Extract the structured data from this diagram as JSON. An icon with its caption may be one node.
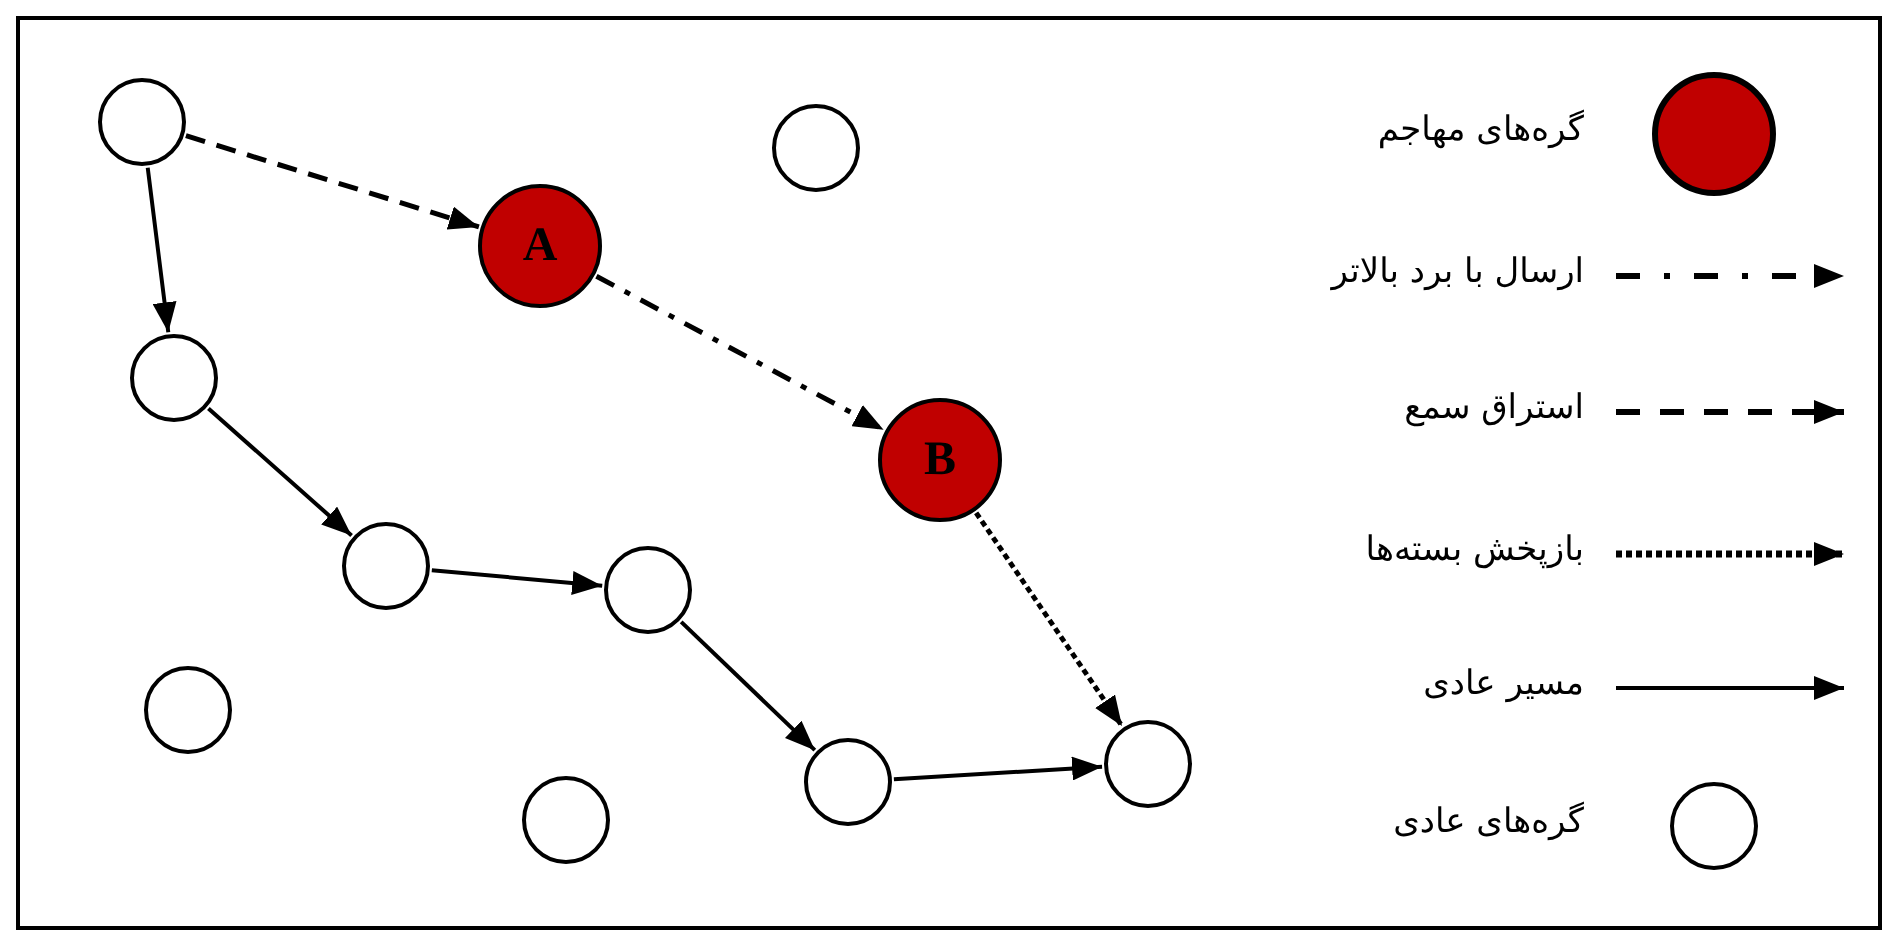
{
  "diagram": {
    "nodes": [
      {
        "text": [],
        "shape": "circle"
      },
      {
        "text": [
          "A"
        ]
      },
      {
        "text": [],
        "shape": "circle"
      },
      {
        "text": [],
        "shape": "circle"
      },
      {
        "text": [
          "B"
        ]
      },
      {
        "text": [],
        "shape": "circle"
      },
      {
        "text": [],
        "shape": "circle"
      },
      {
        "text": [],
        "shape": "circle"
      },
      {
        "text": [],
        "shape": "circle"
      },
      {
        "text": [],
        "shape": "circle"
      },
      {
        "text": [],
        "shape": "circle"
      }
    ],
    "edges": [
      {
        "from": 0,
        "to": 1,
        "arrow": "to",
        "style": "dashed"
      },
      {
        "from": 1,
        "to": 4,
        "arrow": "to",
        "style": "dashed"
      },
      {
        "from": 4,
        "to": 10,
        "arrow": "to",
        "style": "dashed"
      },
      {
        "from": 0,
        "to": 3,
        "arrow": "to"
      },
      {
        "from": 3,
        "to": 5,
        "arrow": "to"
      },
      {
        "from": 5,
        "to": 6,
        "arrow": "to"
      },
      {
        "from": 6,
        "to": 9,
        "arrow": "to"
      },
      {
        "from": 9,
        "to": 10,
        "arrow": "to"
      }
    ],
    "legend": [
      {
        "text": "گره‌های مهاجم",
        "color": "#c00000"
      },
      {
        "text": "ارسال با برد بالاتر"
      },
      {
        "text": "استراق سمع"
      },
      {
        "text": "بازپخش بسته‌ها"
      },
      {
        "text": "مسیر عادی"
      },
      {
        "text": "گره‌های عادی"
      }
    ]
  }
}
